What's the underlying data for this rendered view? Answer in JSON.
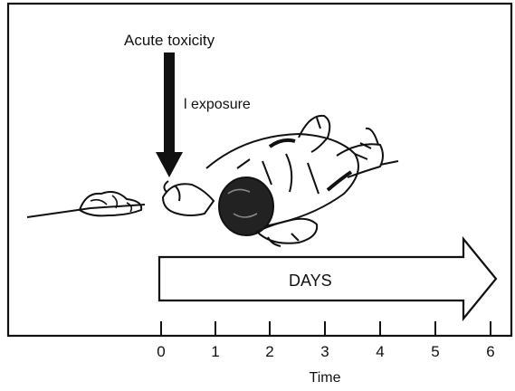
{
  "diagram": {
    "top_label": "Acute toxicity",
    "arrow_label": "l exposure",
    "band_label": "DAYS",
    "axis_label": "Time",
    "ticks": [
      "0",
      "1",
      "2",
      "3",
      "4",
      "5",
      "6"
    ]
  }
}
